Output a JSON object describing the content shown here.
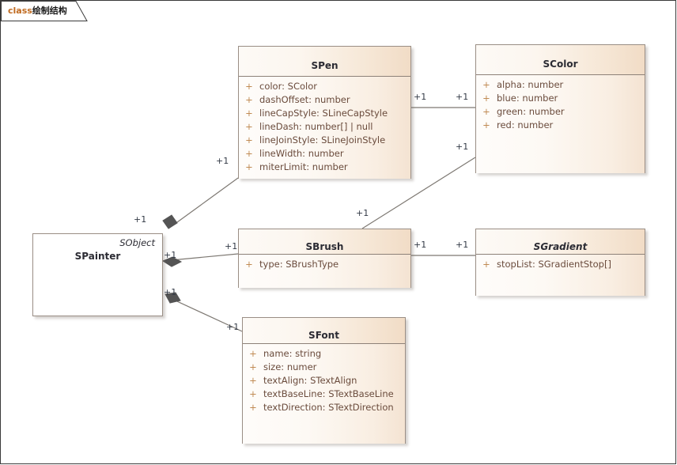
{
  "frame": {
    "keyword": "class",
    "name": "绘制结构"
  },
  "classes": {
    "spainter": {
      "name": "SPainter",
      "stereotype": "SObject",
      "attributes": []
    },
    "spen": {
      "name": "SPen",
      "attributes": [
        {
          "visibility": "+",
          "text": "color: SColor"
        },
        {
          "visibility": "+",
          "text": "dashOffset: number"
        },
        {
          "visibility": "+",
          "text": "lineCapStyle: SLineCapStyle"
        },
        {
          "visibility": "+",
          "text": "lineDash: number[] | null"
        },
        {
          "visibility": "+",
          "text": "lineJoinStyle: SLineJoinStyle"
        },
        {
          "visibility": "+",
          "text": "lineWidth: number"
        },
        {
          "visibility": "+",
          "text": "miterLimit: number"
        }
      ]
    },
    "scolor": {
      "name": "SColor",
      "attributes": [
        {
          "visibility": "+",
          "text": "alpha: number"
        },
        {
          "visibility": "+",
          "text": "blue: number"
        },
        {
          "visibility": "+",
          "text": "green: number"
        },
        {
          "visibility": "+",
          "text": "red: number"
        }
      ]
    },
    "sbrush": {
      "name": "SBrush",
      "attributes": [
        {
          "visibility": "+",
          "text": "type: SBrushType"
        }
      ]
    },
    "sgradient": {
      "name": "SGradient",
      "abstract": true,
      "attributes": [
        {
          "visibility": "+",
          "text": "stopList: SGradientStop[]"
        }
      ]
    },
    "sfont": {
      "name": "SFont",
      "attributes": [
        {
          "visibility": "+",
          "text": "name: string"
        },
        {
          "visibility": "+",
          "text": "size: numer"
        },
        {
          "visibility": "+",
          "text": "textAlign: STextAlign"
        },
        {
          "visibility": "+",
          "text": "textBaseLine: STextBaseLine"
        },
        {
          "visibility": "+",
          "text": "textDirection: STextDirection"
        }
      ]
    }
  },
  "multiplicities": {
    "spainter_spen_source": "+1",
    "spainter_spen_target": "+1",
    "spainter_sbrush_source": "+1",
    "spainter_sbrush_target": "+1",
    "spainter_sfont_source": "+1",
    "spainter_sfont_target": "+1",
    "spen_scolor_source": "+1",
    "spen_scolor_target": "+1",
    "sbrush_scolor_source": "+1",
    "sbrush_scolor_target": "+1",
    "sbrush_sgradient_source": "+1",
    "sbrush_sgradient_target": "+1"
  },
  "colors": {
    "frame_border": "#3a3a3a",
    "class_border": "#9a8e85",
    "head_fill_light": "#fdfaf6",
    "head_fill_dark": "#f1dcc6",
    "body_fill_light": "#fefcfa",
    "body_fill_dark": "#f4e3d2",
    "attribute_text": "#6a4b3c",
    "visibility_marker": "#c08a53",
    "title_text": "#2b2b33",
    "connector_line": "#7d7872",
    "diamond_fill": "#545454",
    "tab_keyword": "#c06a1f",
    "tab_name": "#1a1a1a",
    "multiplicity_text": "#333a46"
  }
}
